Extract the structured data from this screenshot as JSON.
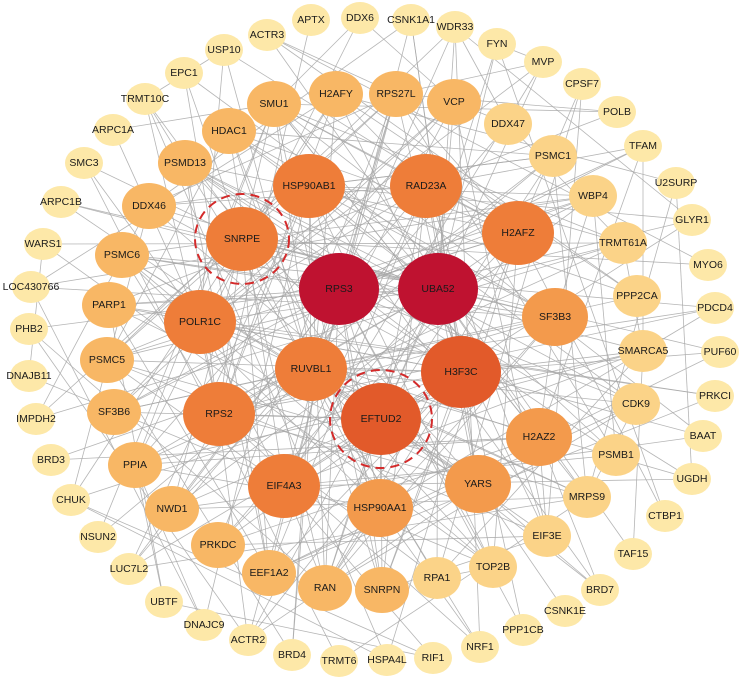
{
  "network": {
    "highlighted": [
      "SNRPE",
      "EFTUD2"
    ],
    "color_scale": {
      "lowest": "#fde8a8",
      "low": "#fbd388",
      "mid_low": "#f8b765",
      "mid": "#f39a4c",
      "mid_high": "#ee7d39",
      "high": "#e25a2a",
      "highest": "#bf1230"
    },
    "nodes": [
      {
        "id": "APTX",
        "level": 1
      },
      {
        "id": "DDX6",
        "level": 1
      },
      {
        "id": "CSNK1A1",
        "level": 1
      },
      {
        "id": "WDR33",
        "level": 1
      },
      {
        "id": "FYN",
        "level": 1
      },
      {
        "id": "MVP",
        "level": 1
      },
      {
        "id": "ACTR3",
        "level": 1
      },
      {
        "id": "USP10",
        "level": 1
      },
      {
        "id": "CPSF7",
        "level": 1
      },
      {
        "id": "EPC1",
        "level": 1
      },
      {
        "id": "POLB",
        "level": 1
      },
      {
        "id": "TRMT10C",
        "level": 1
      },
      {
        "id": "TFAM",
        "level": 1
      },
      {
        "id": "ARPC1A",
        "level": 1
      },
      {
        "id": "U2SURP",
        "level": 1
      },
      {
        "id": "SMC3",
        "level": 1
      },
      {
        "id": "GLYR1",
        "level": 1
      },
      {
        "id": "ARPC1B",
        "level": 1
      },
      {
        "id": "MYO6",
        "level": 1
      },
      {
        "id": "WARS1",
        "level": 1
      },
      {
        "id": "PDCD4",
        "level": 1
      },
      {
        "id": "LOC430766",
        "level": 1
      },
      {
        "id": "PUF60",
        "level": 1
      },
      {
        "id": "PHB2",
        "level": 1
      },
      {
        "id": "PRKCI",
        "level": 1
      },
      {
        "id": "DNAJB11",
        "level": 1
      },
      {
        "id": "BAAT",
        "level": 1
      },
      {
        "id": "IMPDH2",
        "level": 1
      },
      {
        "id": "UGDH",
        "level": 1
      },
      {
        "id": "BRD3",
        "level": 1
      },
      {
        "id": "CTBP1",
        "level": 1
      },
      {
        "id": "CHUK",
        "level": 1
      },
      {
        "id": "TAF15",
        "level": 1
      },
      {
        "id": "NSUN2",
        "level": 1
      },
      {
        "id": "BRD7",
        "level": 1
      },
      {
        "id": "LUC7L2",
        "level": 1
      },
      {
        "id": "CSNK1E",
        "level": 1
      },
      {
        "id": "UBTF",
        "level": 1
      },
      {
        "id": "PPP1CB",
        "level": 1
      },
      {
        "id": "DNAJC9",
        "level": 1
      },
      {
        "id": "NRF1",
        "level": 1
      },
      {
        "id": "ACTR2",
        "level": 1
      },
      {
        "id": "RIF1",
        "level": 1
      },
      {
        "id": "BRD4",
        "level": 1
      },
      {
        "id": "HSPA4L",
        "level": 1
      },
      {
        "id": "TRMT6",
        "level": 1
      },
      {
        "id": "SMU1",
        "level": 3
      },
      {
        "id": "H2AFY",
        "level": 3
      },
      {
        "id": "RPS27L",
        "level": 3
      },
      {
        "id": "VCP",
        "level": 3
      },
      {
        "id": "DDX47",
        "level": 2
      },
      {
        "id": "HDAC1",
        "level": 3
      },
      {
        "id": "PSMC1",
        "level": 2
      },
      {
        "id": "PSMD13",
        "level": 3
      },
      {
        "id": "WBP4",
        "level": 2
      },
      {
        "id": "DDX46",
        "level": 3
      },
      {
        "id": "TRMT61A",
        "level": 2
      },
      {
        "id": "PSMC6",
        "level": 3
      },
      {
        "id": "PPP2CA",
        "level": 2
      },
      {
        "id": "PARP1",
        "level": 3
      },
      {
        "id": "SMARCA5",
        "level": 2
      },
      {
        "id": "PSMC5",
        "level": 3
      },
      {
        "id": "CDK9",
        "level": 2
      },
      {
        "id": "SF3B6",
        "level": 3
      },
      {
        "id": "PSMB1",
        "level": 2
      },
      {
        "id": "PPIA",
        "level": 3
      },
      {
        "id": "MRPS9",
        "level": 2
      },
      {
        "id": "NWD1",
        "level": 3
      },
      {
        "id": "EIF3E",
        "level": 2
      },
      {
        "id": "PRKDC",
        "level": 3
      },
      {
        "id": "TOP2B",
        "level": 2
      },
      {
        "id": "EEF1A2",
        "level": 3
      },
      {
        "id": "RPA1",
        "level": 2
      },
      {
        "id": "RAN",
        "level": 3
      },
      {
        "id": "SNRPN",
        "level": 3
      },
      {
        "id": "HSP90AB1",
        "level": 5
      },
      {
        "id": "RAD23A",
        "level": 5
      },
      {
        "id": "SNRPE",
        "level": 5
      },
      {
        "id": "H2AFZ",
        "level": 5
      },
      {
        "id": "SF3B3",
        "level": 4
      },
      {
        "id": "POLR1C",
        "level": 5
      },
      {
        "id": "RUVBL1",
        "level": 5
      },
      {
        "id": "H3F3C",
        "level": 6
      },
      {
        "id": "RPS2",
        "level": 5
      },
      {
        "id": "EFTUD2",
        "level": 6
      },
      {
        "id": "H2AZ2",
        "level": 4
      },
      {
        "id": "EIF4A3",
        "level": 5
      },
      {
        "id": "YARS",
        "level": 4
      },
      {
        "id": "HSP90AA1",
        "level": 4
      },
      {
        "id": "RPS3",
        "level": 7
      },
      {
        "id": "UBA52",
        "level": 7
      }
    ]
  }
}
